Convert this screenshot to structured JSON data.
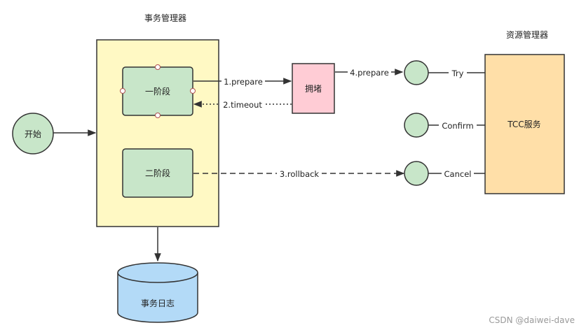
{
  "titles": {
    "transaction_manager": "事务管理器",
    "resource_manager": "资源管理器"
  },
  "nodes": {
    "start": "开始",
    "phase_one": "一阶段",
    "phase_two": "二阶段",
    "blocked": "拥堵",
    "tcc_service": "TCC服务",
    "transaction_log": "事务日志"
  },
  "edges": {
    "prepare": "1.prepare",
    "timeout": "2.timeout",
    "rollback": "3.rollback",
    "prepare4": "4.prepare",
    "try": "Try",
    "confirm": "Confirm",
    "cancel": "Cancel"
  },
  "watermark": "CSDN @daiwei-dave",
  "colors": {
    "tm_fill": "#fff9c4",
    "phase_fill": "#c8e6c9",
    "circle_fill": "#c8e6c9",
    "blocked_fill": "#ffccd5",
    "tcc_fill": "#ffdfa8",
    "log_fill": "#b3daf7",
    "stroke": "#333333"
  }
}
